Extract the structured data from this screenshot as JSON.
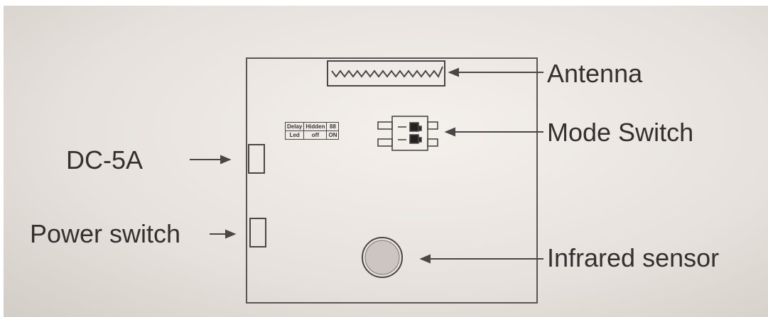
{
  "callouts": {
    "antenna": "Antenna",
    "mode_switch": "Mode Switch",
    "dc": "DC-5A",
    "power_switch": "Power switch",
    "infrared_sensor": "Infrared sensor"
  },
  "mode_table": {
    "row1": [
      "Delay",
      "Hidden",
      "88"
    ],
    "row2": [
      "Led",
      "off",
      "ON"
    ]
  },
  "colors": {
    "background": "#e6e1dc",
    "ink": "#33302e"
  }
}
